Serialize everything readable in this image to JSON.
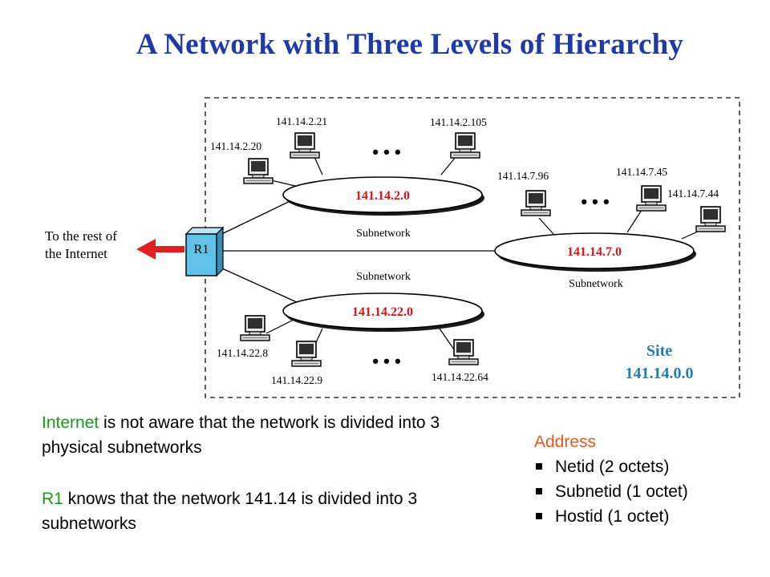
{
  "title": "A Network with Three Levels of Hierarchy",
  "colors": {
    "title": "#1f3aa6",
    "subnet_label": "#d01818",
    "site": "#1e7fa8",
    "green": "#1a9a1a",
    "orange": "#e05a1a",
    "arrow": "#e02020"
  },
  "diagram": {
    "external_label_line1": "To the rest of",
    "external_label_line2": "the Internet",
    "router": "R1",
    "subnet_word": "Subnetwork",
    "subnets": [
      {
        "address": "141.14.2.0",
        "hosts": [
          "141.14.2.20",
          "141.14.2.21",
          "141.14.2.105"
        ]
      },
      {
        "address": "141.14.7.0",
        "hosts": [
          "141.14.7.96",
          "141.14.7.45",
          "141.14.7.44"
        ]
      },
      {
        "address": "141.14.22.0",
        "hosts": [
          "141.14.22.8",
          "141.14.22.9",
          "141.14.22.64"
        ]
      }
    ],
    "ellipsis": "• • •",
    "site_label": "Site",
    "site_address": "141.14.0.0"
  },
  "notes": {
    "internet_word": "Internet",
    "internet_text": " is not aware that the network is divided into 3 physical subnetworks",
    "r1_word": "R1",
    "r1_text": " knows that the network 141.14 is divided into 3 subnetworks"
  },
  "address_box": {
    "title": "Address",
    "items": [
      "Netid (2 octets)",
      "Subnetid (1 octet)",
      "Hostid (1 octet)"
    ]
  }
}
